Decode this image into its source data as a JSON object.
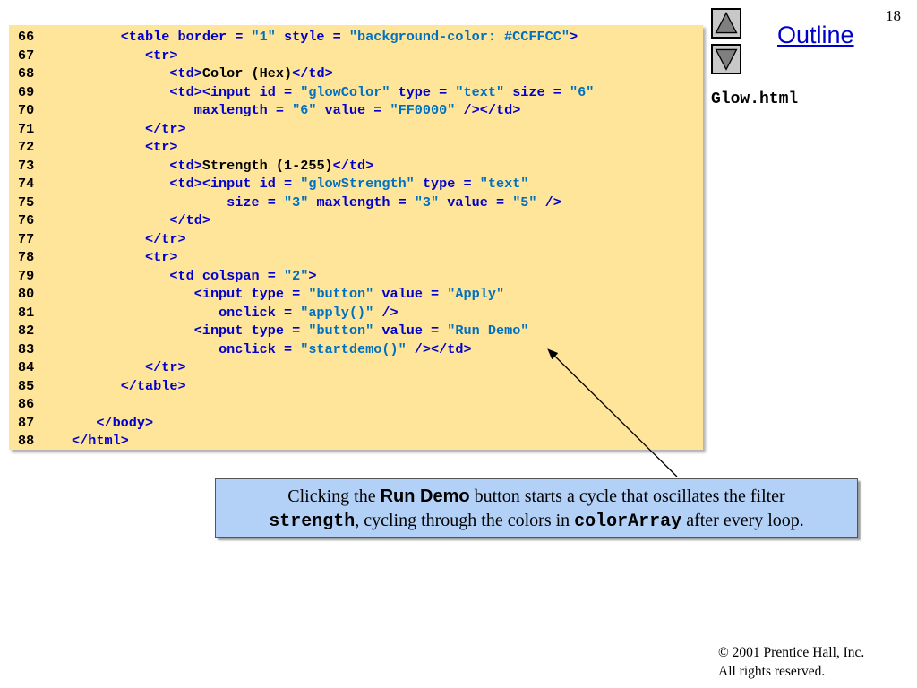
{
  "page_number": "18",
  "outline_label": "Outline",
  "file_name": "Glow.html",
  "nav": {
    "up_icon": "triangle-up-icon",
    "down_icon": "triangle-down-icon"
  },
  "code_lines": [
    {
      "num": "66",
      "segments": [
        [
          "p",
          "      "
        ],
        [
          "t",
          "<table border = "
        ],
        [
          "s",
          "\"1\""
        ],
        [
          "t",
          " style = "
        ],
        [
          "s",
          "\"background-color: #CCFFCC\""
        ],
        [
          "t",
          ">"
        ]
      ]
    },
    {
      "num": "67",
      "segments": [
        [
          "p",
          "         "
        ],
        [
          "t",
          "<tr>"
        ]
      ]
    },
    {
      "num": "68",
      "segments": [
        [
          "p",
          "            "
        ],
        [
          "t",
          "<td>"
        ],
        [
          "p",
          "Color (Hex)"
        ],
        [
          "t",
          "</td>"
        ]
      ]
    },
    {
      "num": "69",
      "segments": [
        [
          "p",
          "            "
        ],
        [
          "t",
          "<td><input id = "
        ],
        [
          "s",
          "\"glowColor\""
        ],
        [
          "t",
          " type = "
        ],
        [
          "s",
          "\"text\""
        ],
        [
          "t",
          " size = "
        ],
        [
          "s",
          "\"6\""
        ]
      ]
    },
    {
      "num": "70",
      "segments": [
        [
          "p",
          "               "
        ],
        [
          "t",
          "maxlength = "
        ],
        [
          "s",
          "\"6\""
        ],
        [
          "t",
          " value = "
        ],
        [
          "s",
          "\"FF0000\""
        ],
        [
          "t",
          " /></td>"
        ]
      ]
    },
    {
      "num": "71",
      "segments": [
        [
          "p",
          "         "
        ],
        [
          "t",
          "</tr>"
        ]
      ]
    },
    {
      "num": "72",
      "segments": [
        [
          "p",
          "         "
        ],
        [
          "t",
          "<tr>"
        ]
      ]
    },
    {
      "num": "73",
      "segments": [
        [
          "p",
          "            "
        ],
        [
          "t",
          "<td>"
        ],
        [
          "p",
          "Strength (1-255)"
        ],
        [
          "t",
          "</td>"
        ]
      ]
    },
    {
      "num": "74",
      "segments": [
        [
          "p",
          "            "
        ],
        [
          "t",
          "<td><input id = "
        ],
        [
          "s",
          "\"glowStrength\""
        ],
        [
          "t",
          " type = "
        ],
        [
          "s",
          "\"text\""
        ]
      ]
    },
    {
      "num": "75",
      "segments": [
        [
          "p",
          "                   "
        ],
        [
          "t",
          "size = "
        ],
        [
          "s",
          "\"3\""
        ],
        [
          "t",
          " maxlength = "
        ],
        [
          "s",
          "\"3\""
        ],
        [
          "t",
          " value = "
        ],
        [
          "s",
          "\"5\""
        ],
        [
          "t",
          " />"
        ]
      ]
    },
    {
      "num": "76",
      "segments": [
        [
          "p",
          "            "
        ],
        [
          "t",
          "</td>"
        ]
      ]
    },
    {
      "num": "77",
      "segments": [
        [
          "p",
          "         "
        ],
        [
          "t",
          "</tr>"
        ]
      ]
    },
    {
      "num": "78",
      "segments": [
        [
          "p",
          "         "
        ],
        [
          "t",
          "<tr>"
        ]
      ]
    },
    {
      "num": "79",
      "segments": [
        [
          "p",
          "            "
        ],
        [
          "t",
          "<td colspan = "
        ],
        [
          "s",
          "\"2\""
        ],
        [
          "t",
          ">"
        ]
      ]
    },
    {
      "num": "80",
      "segments": [
        [
          "p",
          "               "
        ],
        [
          "t",
          "<input type = "
        ],
        [
          "s",
          "\"button\""
        ],
        [
          "t",
          " value = "
        ],
        [
          "s",
          "\"Apply\""
        ]
      ]
    },
    {
      "num": "81",
      "segments": [
        [
          "p",
          "                  "
        ],
        [
          "t",
          "onclick = "
        ],
        [
          "s",
          "\"apply()\""
        ],
        [
          "t",
          " />"
        ]
      ]
    },
    {
      "num": "82",
      "segments": [
        [
          "p",
          "               "
        ],
        [
          "t",
          "<input type = "
        ],
        [
          "s",
          "\"button\""
        ],
        [
          "t",
          " value = "
        ],
        [
          "s",
          "\"Run Demo\""
        ]
      ]
    },
    {
      "num": "83",
      "segments": [
        [
          "p",
          "                  "
        ],
        [
          "t",
          "onclick = "
        ],
        [
          "s",
          "\"startdemo()\""
        ],
        [
          "t",
          " /></td>"
        ]
      ]
    },
    {
      "num": "84",
      "segments": [
        [
          "p",
          "         "
        ],
        [
          "t",
          "</tr>"
        ]
      ]
    },
    {
      "num": "85",
      "segments": [
        [
          "p",
          "      "
        ],
        [
          "t",
          "</table>"
        ]
      ]
    },
    {
      "num": "86",
      "segments": []
    },
    {
      "num": "87",
      "segments": [
        [
          "p",
          "   "
        ],
        [
          "t",
          "</body>"
        ]
      ]
    },
    {
      "num": "88",
      "segments": [
        [
          "t",
          "</html>"
        ]
      ]
    }
  ],
  "callout": {
    "text_1": "Clicking the ",
    "run_demo": "Run Demo",
    "text_2": " button starts a cycle that oscillates the filter",
    "strength": "strength",
    "text_3": ", cycling through the colors in ",
    "color_array": "colorArray",
    "text_4": " after every loop."
  },
  "copyright": {
    "symbol": "©",
    "line_1": " 2001 Prentice Hall, Inc.",
    "line_2": "All rights reserved."
  }
}
